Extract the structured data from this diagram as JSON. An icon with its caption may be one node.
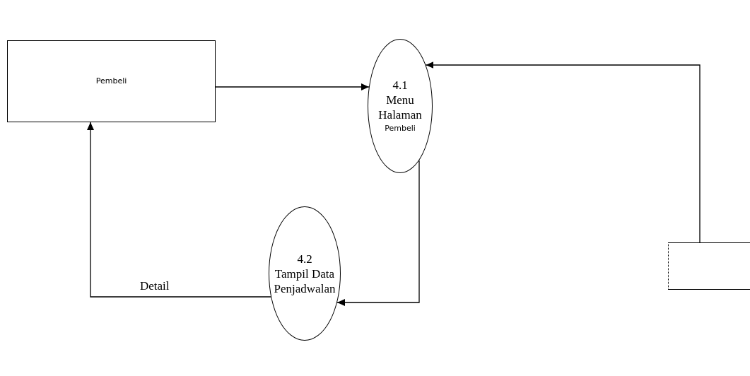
{
  "diagram": {
    "nodes": [
      {
        "text": [
          "Pembeli"
        ]
      },
      {
        "text": [
          "4.1",
          "Menu Halaman",
          "Pembeli"
        ]
      },
      {
        "text": [
          "4.2",
          "Tampil Data Penjadwalan"
        ]
      },
      {
        "text": [],
        "shape": "box"
      }
    ],
    "edges": [
      {
        "from": 0,
        "to": 1,
        "arrow": "to"
      },
      {
        "from": 3,
        "to": 1,
        "arrow": "to"
      },
      {
        "from": 1,
        "to": 2,
        "arrow": "to"
      },
      {
        "from": 2,
        "to": 0,
        "arrow": "to",
        "label": "Detail"
      }
    ]
  }
}
